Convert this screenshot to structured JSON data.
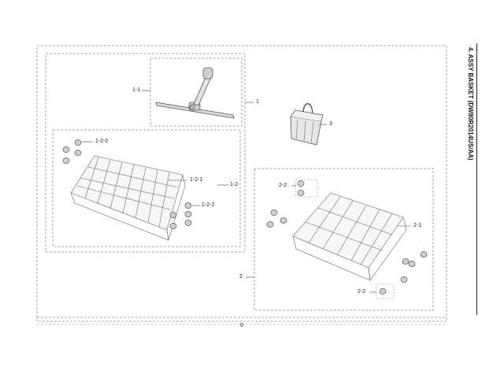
{
  "title": "4. ASSY BASKET (DW80R2014US/AA)",
  "labels": {
    "assembly": "0",
    "upper_assy": "1",
    "spray_arm": "1-1",
    "upper_rack_assy": "1-2",
    "upper_rack": "1-2-1",
    "upper_rollers_top": "1-2-2",
    "upper_rollers_bottom": "1-2-2",
    "cutlery_basket": "3",
    "lower_assy": "2",
    "lower_rack": "2-1",
    "lower_rollers_top": "2-2",
    "lower_rollers_bottom": "2-2"
  },
  "colors": {
    "line": "#333333",
    "dash": "#888888",
    "part": "#555555"
  }
}
